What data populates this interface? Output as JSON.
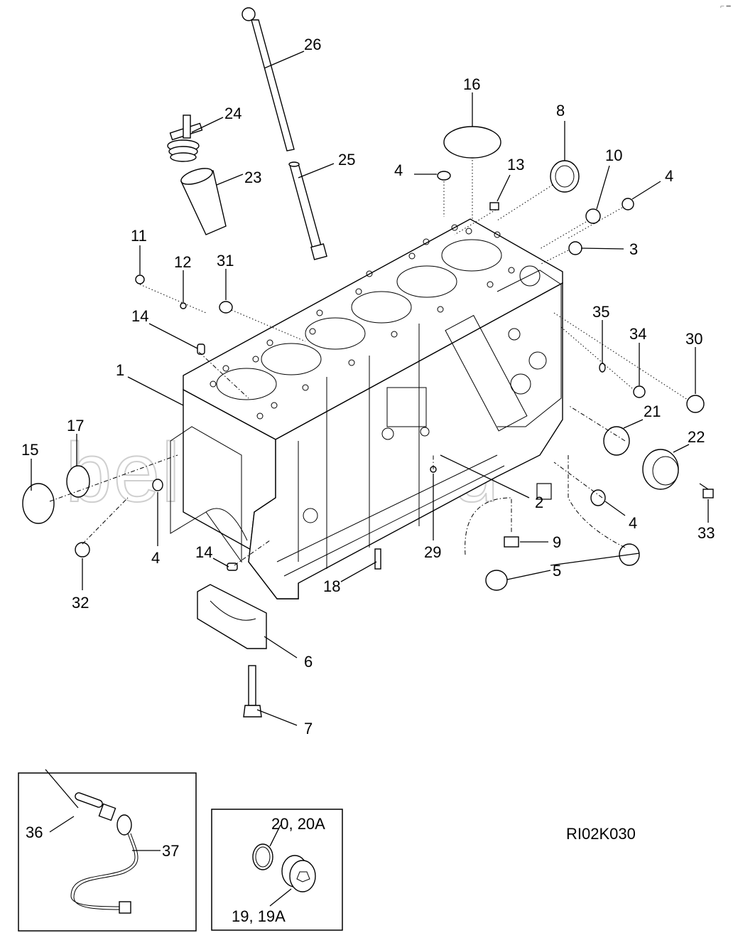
{
  "watermark": "belarus1.ru",
  "drawing_code": "RI02K030",
  "corner_mark": "⌐ ━",
  "callouts": {
    "c1": "1",
    "c2": "2",
    "c3": "3",
    "c4a": "4",
    "c4b": "4",
    "c4c": "4",
    "c4d": "4",
    "c5": "5",
    "c6": "6",
    "c7": "7",
    "c8": "8",
    "c9": "9",
    "c10": "10",
    "c11": "11",
    "c12": "12",
    "c13": "13",
    "c14a": "14",
    "c14b": "14",
    "c15": "15",
    "c16": "16",
    "c17": "17",
    "c18": "18",
    "c21": "21",
    "c22": "22",
    "c23": "23",
    "c24": "24",
    "c25": "25",
    "c26": "26",
    "c29": "29",
    "c30": "30",
    "c31": "31",
    "c32": "32",
    "c33": "33",
    "c34": "34",
    "c35": "35",
    "c36": "36",
    "c37": "37",
    "c20": "20, 20A",
    "c19": "19, 19A"
  }
}
